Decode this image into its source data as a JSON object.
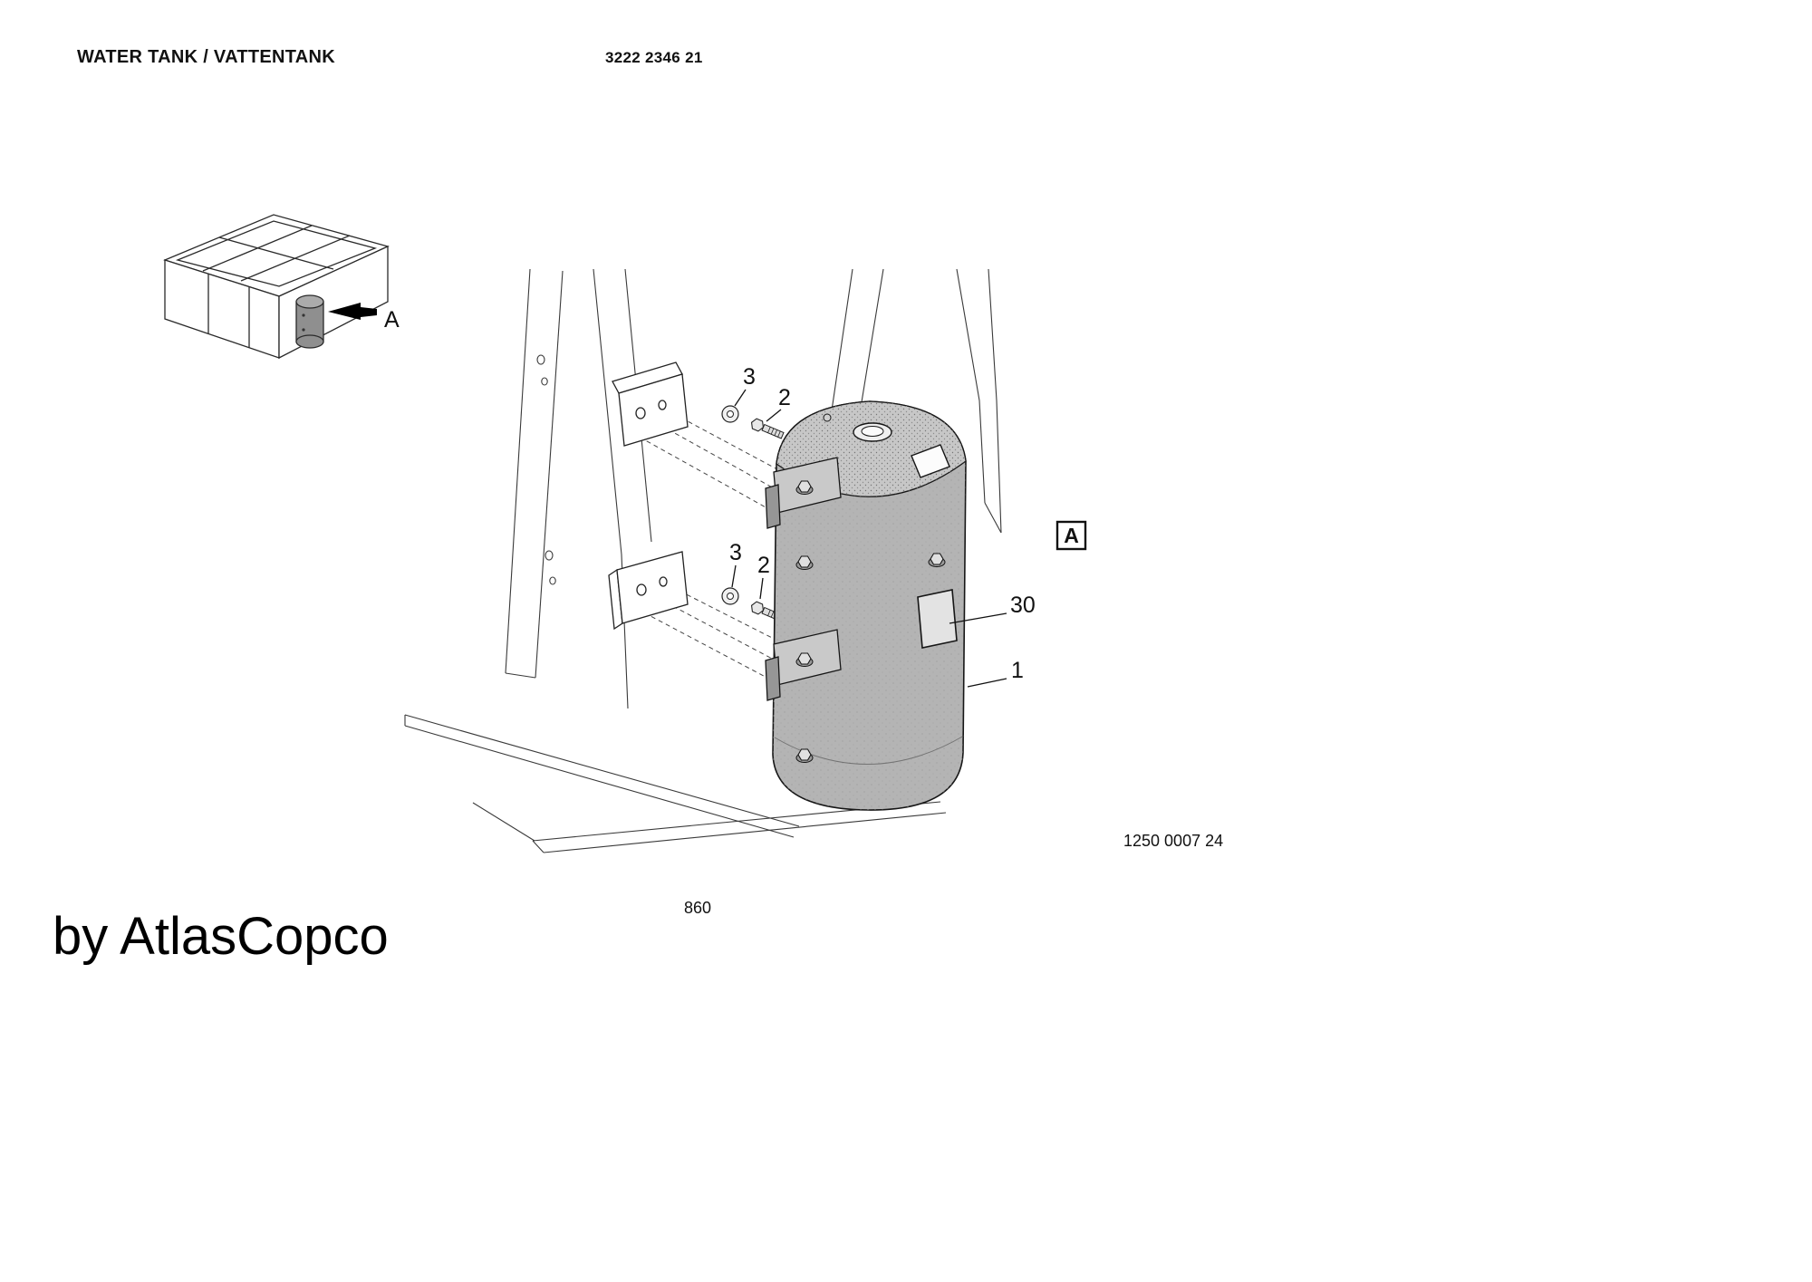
{
  "page": {
    "title": "WATER TANK / VATTENTANK",
    "doc_number": "3222 2346 21",
    "ref_number": "1250 0007 24",
    "page_number": "860",
    "watermark": "by AtlasCopco"
  },
  "callouts": {
    "thumbnail_detail": "A",
    "detail_box": "A",
    "washer_upper": "3",
    "bolt_upper": "2",
    "washer_lower": "3",
    "bolt_lower": "2",
    "plate": "30",
    "tank": "1"
  },
  "icons": {
    "detail_arrow": "left-pointing solid arrow"
  },
  "colors": {
    "line": "#1a1a1a",
    "tank_body": "#b4b4b4",
    "tank_dome": "#c7c7c7",
    "tank_tab": "#c9c9c9",
    "plate": "#e3e3e3"
  }
}
